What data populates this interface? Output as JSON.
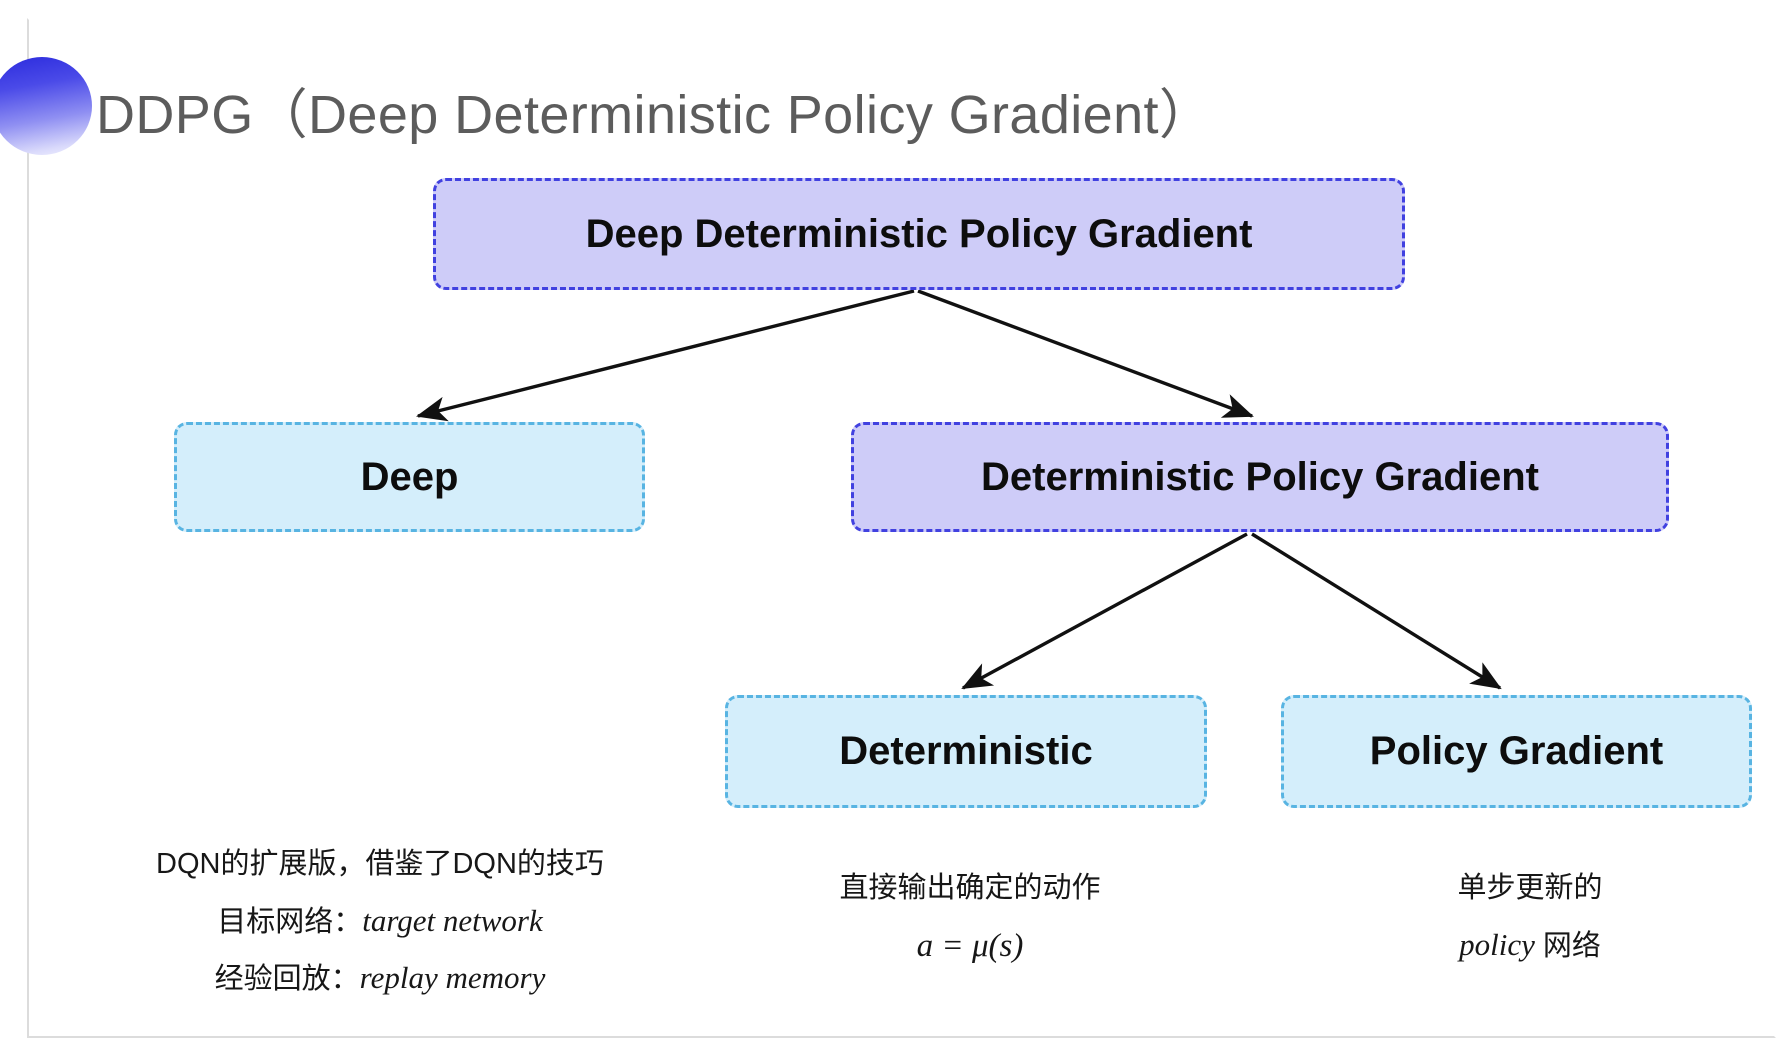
{
  "slide": {
    "title": "DDPG（Deep Deterministic Policy Gradient）",
    "title_color": "#5c5c5c",
    "background": "#ffffff"
  },
  "colors": {
    "purple_fill": "#ceccf8",
    "purple_border": "#4141e0",
    "cyan_fill": "#d4eefb",
    "cyan_border": "#58b4e2",
    "arrow": "#111111",
    "bullet_gradient_start": "#2b2bdd",
    "bullet_gradient_end": "#f2f2ff"
  },
  "diagram": {
    "type": "tree",
    "nodes": [
      {
        "id": "root",
        "label": "Deep Deterministic Policy Gradient",
        "style": "purple",
        "level": 0
      },
      {
        "id": "deep",
        "label": "Deep",
        "style": "cyan",
        "level": 1
      },
      {
        "id": "dpg",
        "label": "Deterministic Policy Gradient",
        "style": "purple",
        "level": 1
      },
      {
        "id": "det",
        "label": "Deterministic",
        "style": "cyan",
        "level": 2
      },
      {
        "id": "pg",
        "label": "Policy Gradient",
        "style": "cyan",
        "level": 2
      }
    ],
    "edges": [
      {
        "from": "root",
        "to": "deep"
      },
      {
        "from": "root",
        "to": "dpg"
      },
      {
        "from": "dpg",
        "to": "det"
      },
      {
        "from": "dpg",
        "to": "pg"
      }
    ]
  },
  "annotations": {
    "deep": {
      "line1": "DQN的扩展版，借鉴了DQN的技巧",
      "line2_label": "目标网络：",
      "line2_term": "target network",
      "line3_label": "经验回放：",
      "line3_term": "replay memory"
    },
    "deterministic": {
      "line1": "直接输出确定的动作",
      "formula": "a = μ(s)"
    },
    "policy_gradient": {
      "line1": "单步更新的",
      "line2_term": "policy",
      "line2_suffix": " 网络"
    }
  }
}
